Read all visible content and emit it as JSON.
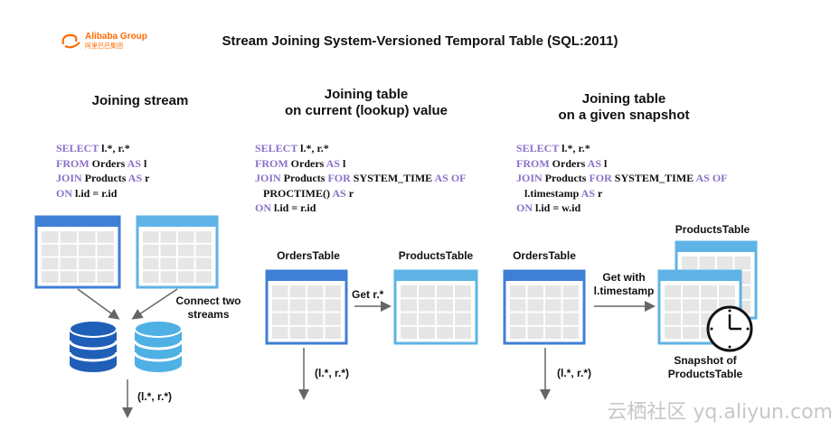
{
  "logo": {
    "brand": "Alibaba Group",
    "sub": "阿里巴巴集团"
  },
  "title": "Stream Joining System-Versioned Temporal Table (SQL:2011)",
  "columns": [
    {
      "heading": [
        "Joining stream"
      ],
      "sql": [
        [
          {
            "k": "SELECT "
          },
          {
            "t": "l.*, r.*"
          }
        ],
        [
          {
            "k": "FROM "
          },
          {
            "t": "Orders "
          },
          {
            "k": "AS "
          },
          {
            "t": "l"
          }
        ],
        [
          {
            "k": "JOIN "
          },
          {
            "t": "Products "
          },
          {
            "k": "AS "
          },
          {
            "t": "r"
          }
        ],
        [
          {
            "k": "ON "
          },
          {
            "t": "l.id = r.id"
          }
        ]
      ],
      "labels": {
        "connect": "Connect two streams",
        "output": "(l.*, r.*)"
      }
    },
    {
      "heading": [
        "Joining table",
        "on current (lookup) value"
      ],
      "sql": [
        [
          {
            "k": "SELECT "
          },
          {
            "t": "l.*, r.*"
          }
        ],
        [
          {
            "k": "FROM "
          },
          {
            "t": "Orders "
          },
          {
            "k": "AS "
          },
          {
            "t": "l"
          }
        ],
        [
          {
            "k": "JOIN "
          },
          {
            "t": "Products "
          },
          {
            "k": "FOR "
          },
          {
            "t": "SYSTEM_TIME "
          },
          {
            "k": "AS OF"
          }
        ],
        [
          {
            "t": "   PROCTIME() "
          },
          {
            "k": "AS "
          },
          {
            "t": "r"
          }
        ],
        [
          {
            "k": "ON "
          },
          {
            "t": "l.id = r.id"
          }
        ]
      ],
      "labels": {
        "left_table": "OrdersTable",
        "right_table": "ProductsTable",
        "arrow": "Get r.*",
        "output": "(l.*, r.*)"
      }
    },
    {
      "heading": [
        "Joining table",
        "on a given snapshot"
      ],
      "sql": [
        [
          {
            "k": "SELECT "
          },
          {
            "t": "l.*, r.*"
          }
        ],
        [
          {
            "k": "FROM "
          },
          {
            "t": "Orders "
          },
          {
            "k": "AS "
          },
          {
            "t": "l"
          }
        ],
        [
          {
            "k": "JOIN "
          },
          {
            "t": "Products "
          },
          {
            "k": "FOR "
          },
          {
            "t": "SYSTEM_TIME "
          },
          {
            "k": "AS OF"
          }
        ],
        [
          {
            "t": "   l.timestamp "
          },
          {
            "k": "AS "
          },
          {
            "t": "r"
          }
        ],
        [
          {
            "k": "ON "
          },
          {
            "t": "l.id = w.id"
          }
        ]
      ],
      "labels": {
        "left_table": "OrdersTable",
        "right_table": "ProductsTable",
        "arrow_line1": "Get with",
        "arrow_line2": "l.timestamp",
        "snapshot_line1": "Snapshot of",
        "snapshot_line2": "ProductsTable",
        "output": "(l.*, r.*)"
      }
    }
  ],
  "watermark": "云栖社区 yq.aliyun.com",
  "colors": {
    "table_dark": "#3f7fd6",
    "table_light": "#5fb3e6",
    "grid": "#e6e6e6",
    "keyword": "#8a70c9",
    "db_dark": "#1f5fb8",
    "db_light": "#4fb0e4"
  }
}
